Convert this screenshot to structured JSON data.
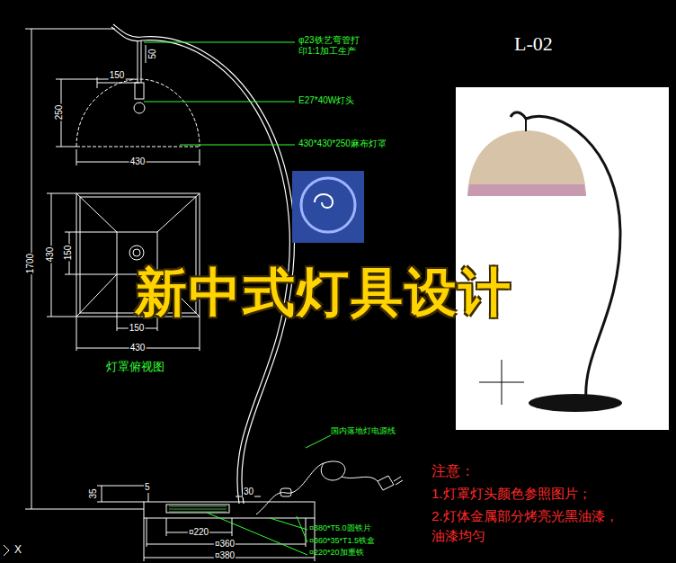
{
  "diagram": {
    "labels": [
      "L-02",
      "φ23铁艺弯管打 印1:1加工生产",
      "E27*40W灯头",
      "430*430*250麻布灯罩",
      "150",
      "50",
      "250",
      "430",
      "430",
      "150",
      "150",
      "430",
      "灯罩俯视图",
      "1700",
      "35",
      "5",
      "30",
      "国内落地灯电源线",
      "¤380*T5.0圆铁片",
      "¤360*35*T1.5铁盒",
      "¤220*20加重铁",
      "¤220",
      "¤360",
      "¤380",
      "新中式灯具设计",
      "注意：",
      "1.灯罩灯头颜色参照图片；",
      "2.灯体金属部分烤亮光黑油漆， 油漆均匀",
      "X"
    ]
  }
}
